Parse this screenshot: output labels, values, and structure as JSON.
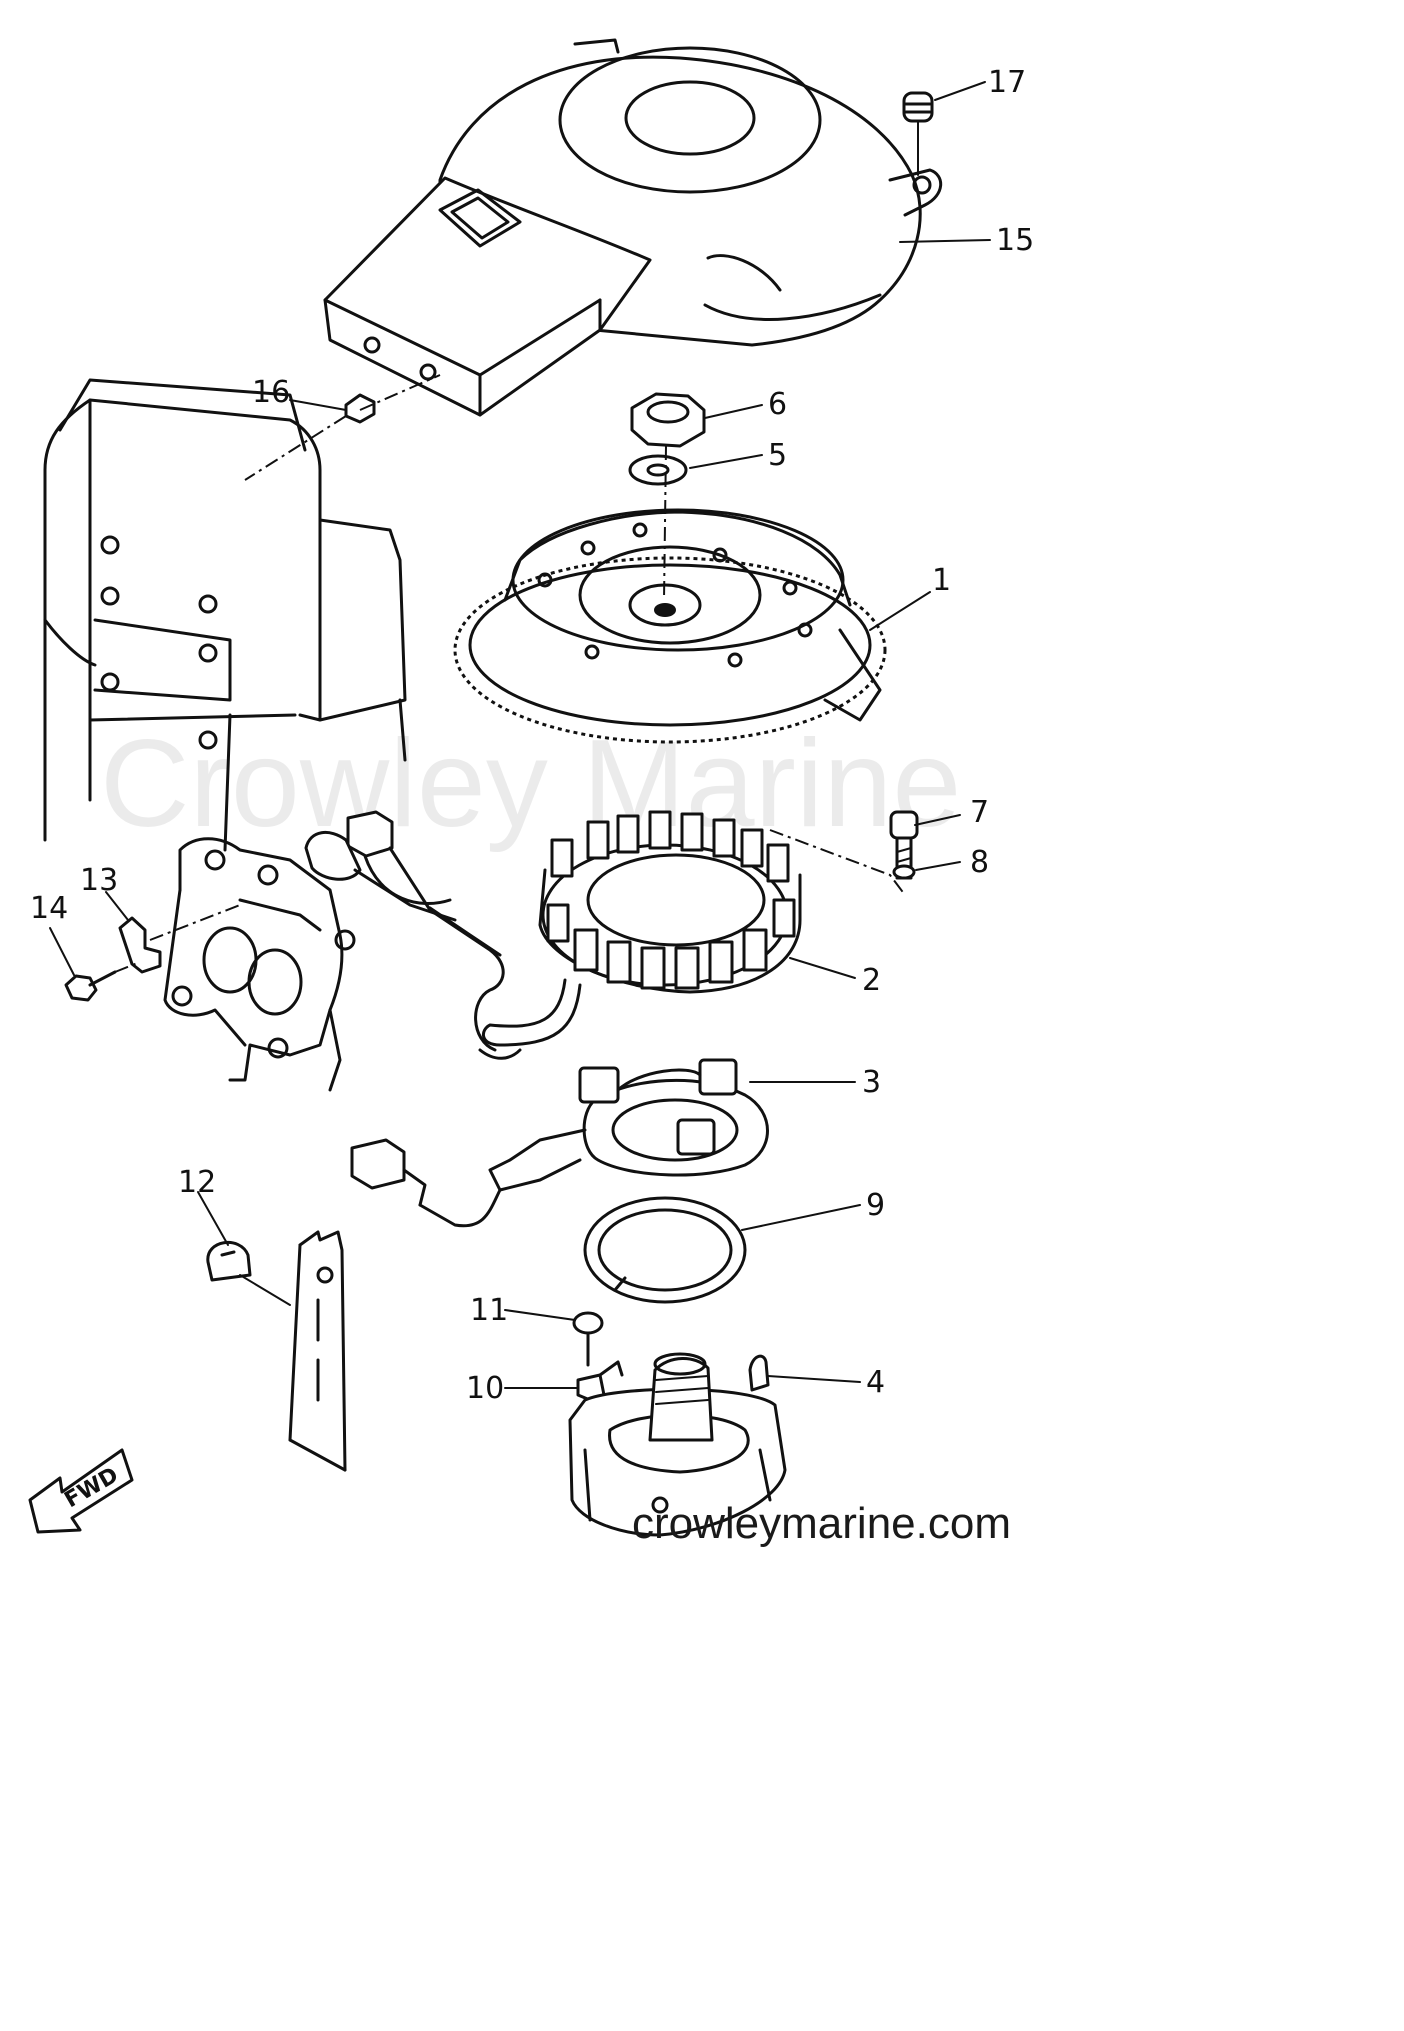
{
  "watermark": "Crowley Marine",
  "website": "crowleymarine.com",
  "direction_label": "FWD",
  "parts": [
    {
      "num": "1"
    },
    {
      "num": "2"
    },
    {
      "num": "3"
    },
    {
      "num": "4"
    },
    {
      "num": "5"
    },
    {
      "num": "6"
    },
    {
      "num": "7"
    },
    {
      "num": "8"
    },
    {
      "num": "9"
    },
    {
      "num": "10"
    },
    {
      "num": "11"
    },
    {
      "num": "12"
    },
    {
      "num": "13"
    },
    {
      "num": "14"
    },
    {
      "num": "15"
    },
    {
      "num": "16"
    },
    {
      "num": "17"
    }
  ]
}
